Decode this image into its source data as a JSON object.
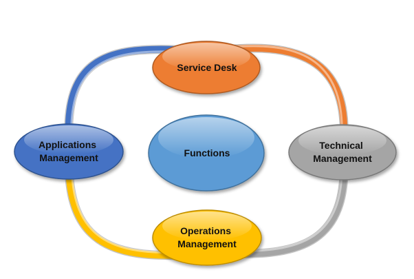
{
  "nodes": {
    "center": {
      "label": "Functions",
      "color": "#5b9bd5"
    },
    "top": {
      "label": "Service Desk",
      "color": "#ed7d31"
    },
    "right": {
      "label_line1": "Technical",
      "label_line2": "Management",
      "color": "#a5a5a5"
    },
    "bottom": {
      "label_line1": "Operations",
      "label_line2": "Management",
      "color": "#ffc000"
    },
    "left": {
      "label_line1": "Applications",
      "label_line2": "Management",
      "color": "#4472c4"
    }
  },
  "connectors": {
    "top_right": {
      "color": "#ed7d31"
    },
    "right_bottom": {
      "color": "#a5a5a5"
    },
    "bottom_left": {
      "color": "#ffc000"
    },
    "left_top": {
      "color": "#4472c4"
    }
  }
}
